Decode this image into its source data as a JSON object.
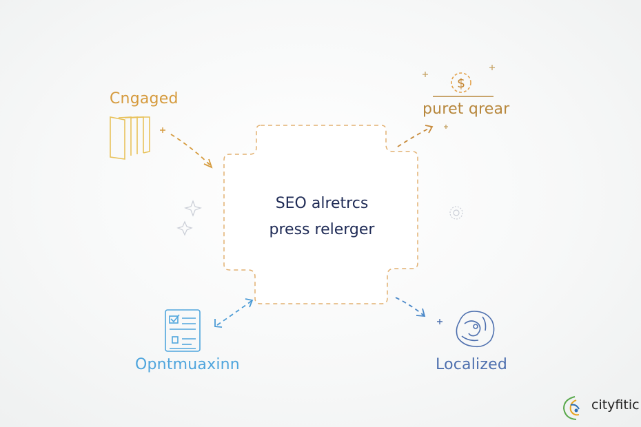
{
  "center": {
    "line1": "SEO alretrcs",
    "line2": "press relerger"
  },
  "nodes": {
    "engaged": "Cngaged",
    "purchase": "puret qrear",
    "optimization": "Opntmuaxinn",
    "localized": "Localized"
  },
  "icons": {
    "engaged": "document-pages-icon",
    "purchase": "dollar-coin-icon",
    "optimization": "checklist-icon",
    "localized": "globe-map-icon",
    "brand": "brand-logo-icon"
  },
  "brand": {
    "name": "cityfitic"
  },
  "colors": {
    "engaged": "#d59a3c",
    "purchase": "#b7873c",
    "optimization": "#4fa5dd",
    "localized": "#4d6fae",
    "center_text": "#1e2a55",
    "dashed_border": "#e2b070"
  }
}
